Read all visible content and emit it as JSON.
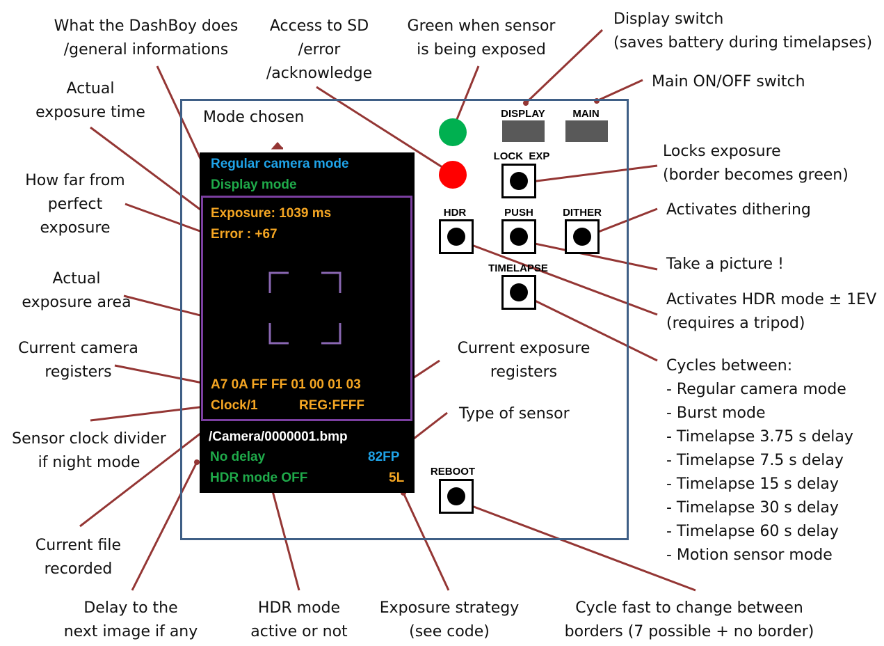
{
  "screen": {
    "mode_regular": "Regular camera mode",
    "mode_display": "Display mode",
    "exposure": "Exposure: 1039 ms",
    "error": "Error : +67",
    "registers": "A7 0A FF FF 01 00 01 03",
    "clock": "Clock/1",
    "reg": "REG:FFFF",
    "file": "/Camera/0000001.bmp",
    "delay": "No delay",
    "sensor": "82FP",
    "hdr": "HDR mode OFF",
    "strategy": "5L",
    "colors": {
      "blue": "#1fa3e8",
      "green": "#1faa4a",
      "orange": "#f5a623",
      "white": "#ffffff",
      "purple": "#7b3fa0"
    }
  },
  "controls": {
    "display": "DISPLAY",
    "main": "MAIN",
    "lock": "LOCK  EXP",
    "hdr": "HDR",
    "push": "PUSH",
    "dither": "DITHER",
    "timelapse": "TIMELAPSE",
    "reboot": "REBOOT",
    "led_green": "#00b050",
    "led_red": "#ff0000"
  },
  "annotations": {
    "what": [
      "What the DashBoy does",
      "/general informations"
    ],
    "sd": [
      "Access to SD",
      "/error",
      "/acknowledge"
    ],
    "green_led": [
      "Green when sensor",
      "is being exposed"
    ],
    "display_switch": [
      "Display switch",
      "(saves battery during timelapses)"
    ],
    "main_switch": "Main ON/OFF switch",
    "actual_exposure_time": [
      "Actual",
      "exposure time"
    ],
    "mode_chosen": "Mode chosen",
    "how_far": [
      "How far from",
      "perfect",
      "exposure"
    ],
    "locks_exposure": [
      "Locks exposure",
      "(border becomes green)"
    ],
    "dithering": "Activates dithering",
    "take_picture": "Take a picture !",
    "hdr_mode": [
      "Activates HDR mode ± 1EV",
      "(requires a tripod)"
    ],
    "exposure_area": [
      "Actual",
      "exposure area"
    ],
    "camera_registers": [
      "Current camera",
      "registers"
    ],
    "exposure_registers": [
      "Current exposure",
      "registers"
    ],
    "type_sensor": "Type of sensor",
    "clock_divider": [
      "Sensor clock divider",
      "if night mode"
    ],
    "current_file": [
      "Current file",
      "recorded"
    ],
    "delay_next": [
      "Delay to the",
      "next image if any"
    ],
    "hdr_active": [
      "HDR mode",
      "active or not"
    ],
    "exposure_strategy": [
      "Exposure strategy",
      "(see code)"
    ],
    "cycle_fast": [
      "Cycle fast to change between",
      "borders (7 possible + no border)"
    ],
    "cycles_between": [
      "Cycles between:",
      "- Regular camera mode",
      "- Burst mode",
      "- Timelapse 3.75 s delay",
      "- Timelapse 7.5 s delay",
      "- Timelapse 15 s delay",
      "- Timelapse 30 s delay",
      "- Timelapse 60 s delay",
      "- Motion sensor mode"
    ],
    "line_color": "#943634"
  }
}
